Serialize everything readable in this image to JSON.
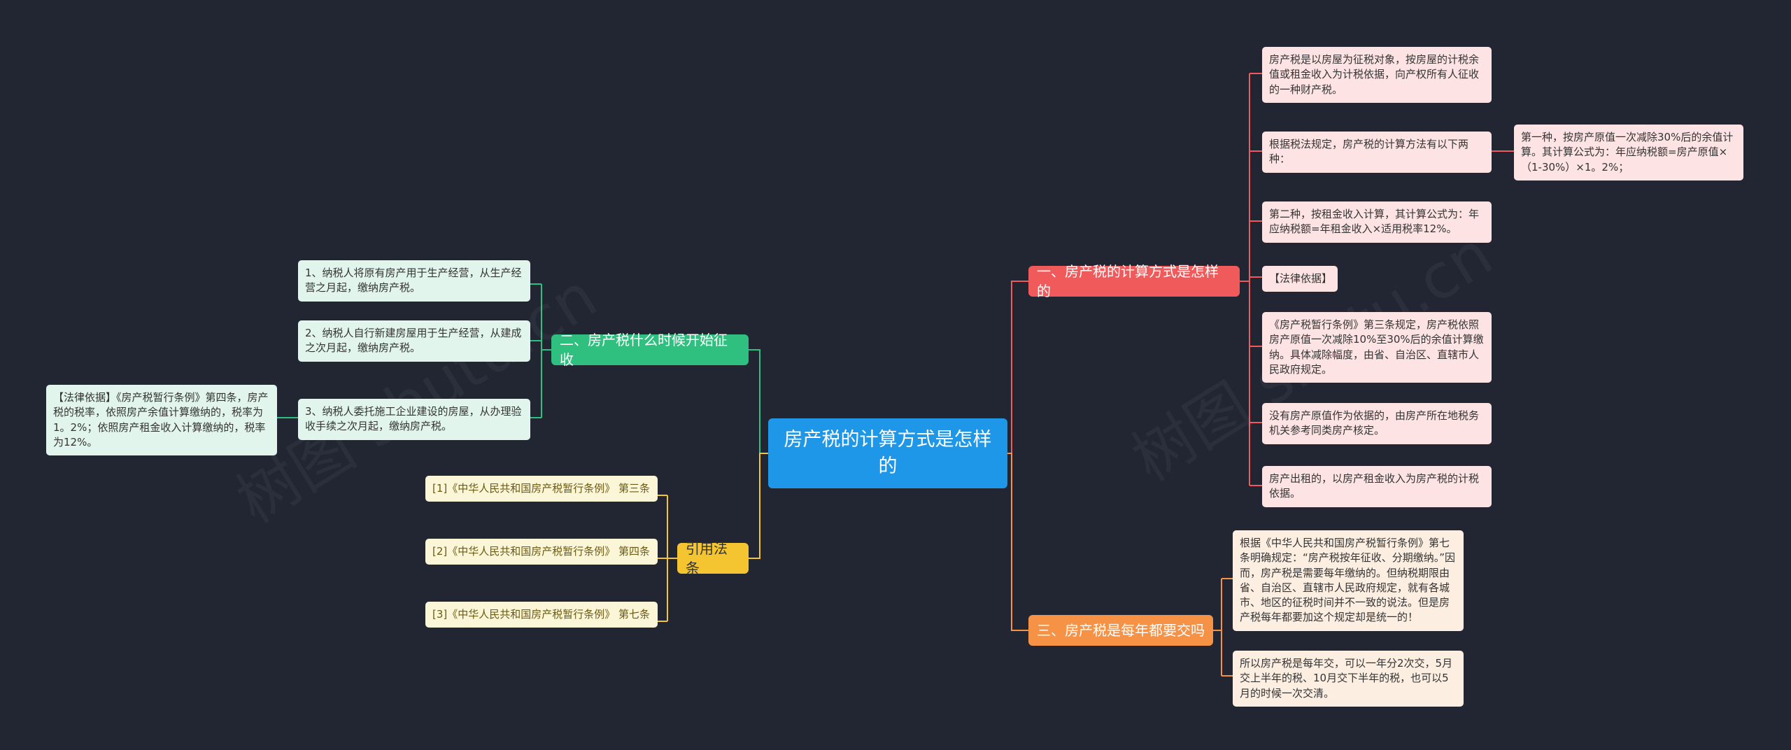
{
  "root": {
    "title": "房产税的计算方式是怎样的"
  },
  "branches": {
    "calc": {
      "label": "一、房产税的计算方式是怎样的",
      "items": [
        "房产税是以房屋为征税对象，按房屋的计税余值或租金收入为计税依据，向产权所有人征收的一种财产税。",
        "根据税法规定，房产税的计算方法有以下两种：",
        "第二种，按租金收入计算，其计算公式为：年应纳税额=年租金收入×适用税率12%。",
        "【法律依据】",
        "《房产税暂行条例》第三条规定，房产税依照房产原值一次减除10%至30%后的余值计算缴纳。具体减除幅度，由省、自治区、直辖市人民政府规定。",
        "没有房产原值作为依据的，由房产所在地税务机关参考同类房产核定。",
        "房产出租的，以房产租金收入为房产税的计税依据。"
      ],
      "sub": "第一种，按房产原值一次减除30%后的余值计算。其计算公式为：年应纳税额=房产原值×（1-30%）×1。2%；"
    },
    "yearly": {
      "label": "三、房产税是每年都要交吗",
      "items": [
        "根据《中华人民共和国房产税暂行条例》第七条明确规定：“房产税按年征收、分期缴纳。”因而，房产税是需要每年缴纳的。但纳税期限由省、自治区、直辖市人民政府规定，就有各城市、地区的征税时间并不一致的说法。但是房产税每年都要加这个规定却是统一的！",
        "所以房产税是每年交，可以一年分2次交，5月交上半年的税、10月交下半年的税，也可以5月的时候一次交清。"
      ]
    },
    "when": {
      "label": "二、房产税什么时候开始征收",
      "items": [
        "1、纳税人将原有房产用于生产经营，从生产经营之月起，缴纳房产税。",
        "2、纳税人自行新建房屋用于生产经营，从建成之次月起，缴纳房产税。",
        "3、纳税人委托施工企业建设的房屋，从办理验收手续之次月起，缴纳房产税。"
      ],
      "sub": "【法律依据】《房产税暂行条例》第四条，房产税的税率，依照房产余值计算缴纳的，税率为1。2%；依照房产租金收入计算缴纳的，税率为12%。"
    },
    "refs": {
      "label": "引用法条",
      "items": [
        "[1]《中华人民共和国房产税暂行条例》 第三条",
        "[2]《中华人民共和国房产税暂行条例》 第四条",
        "[3]《中华人民共和国房产税暂行条例》 第七条"
      ]
    }
  },
  "watermark": "树图 shutu.cn",
  "colors": {
    "background": "#222633",
    "root": "#1e97e8",
    "calc": "#f05a5a",
    "yearly": "#f59246",
    "when": "#2fbf7f",
    "refs": "#f5c531"
  }
}
